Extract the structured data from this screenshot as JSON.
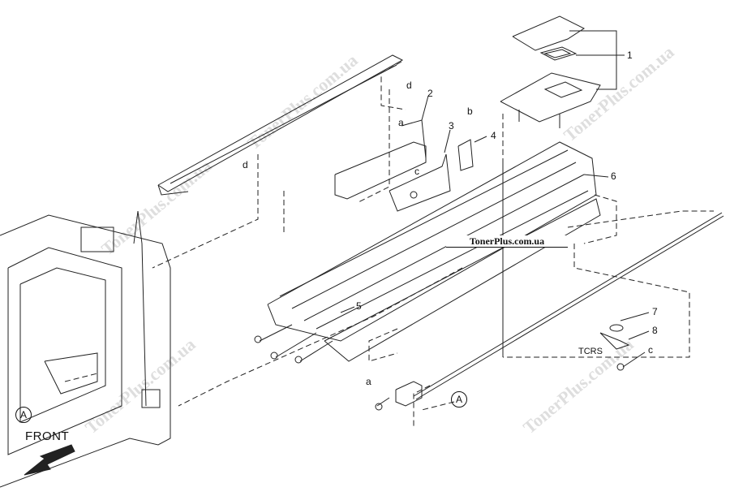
{
  "watermark": {
    "text": "TonerPlus.com.ua",
    "color": "#d7d7d7"
  },
  "site_label": "TonerPlus.com.ua",
  "front_label": "FRONT",
  "callouts": {
    "n1": "1",
    "n2": "2",
    "n3": "3",
    "n4": "4",
    "n5": "5",
    "n6": "6",
    "n7": "7",
    "n8": "8",
    "a_top": "a",
    "b_top": "b",
    "c_mid": "c",
    "d_top": "d",
    "d_left": "d",
    "a_bottom": "a",
    "c_bottom": "c",
    "tcrs": "TCRS",
    "A_left": "A",
    "A_center": "A"
  },
  "line_color": "#222222"
}
